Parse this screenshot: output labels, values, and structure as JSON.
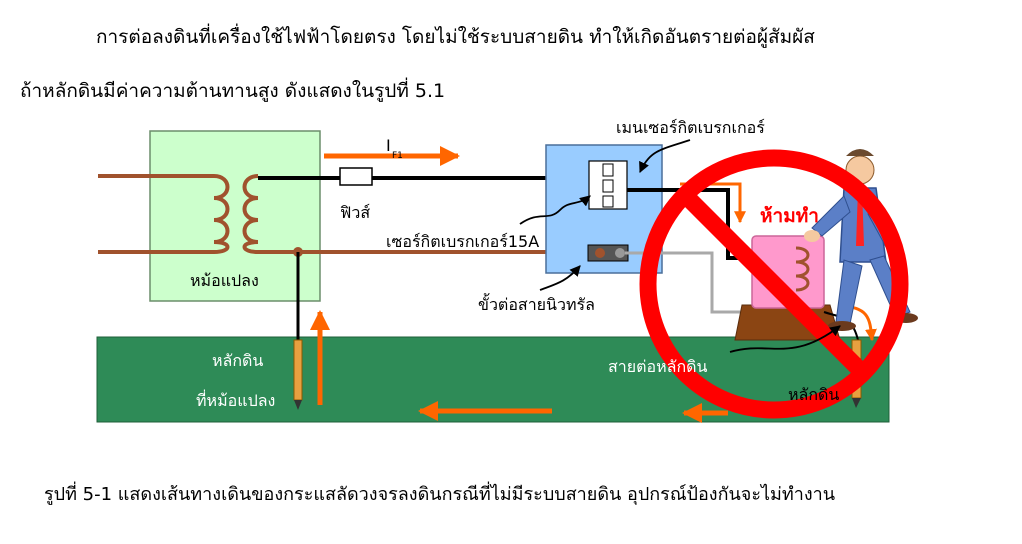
{
  "text": {
    "paragraph_line1": "การต่อลงดินที่เครื่องใช้ไฟฟ้าโดยตรง  โดยไม่ใช้ระบบสายดิน  ทำให้เกิดอันตรายต่อผู้สัมผัส",
    "paragraph_line2": "ถ้าหลักดินมีค่าความต้านทานสูง ดังแสดงในรูปที่ 5.1",
    "caption": "รูปที่ 5-1 แสดงเส้นทางเดินของกระแสลัดวงจรลงดินกรณีที่ไม่มีระบบสายดิน  อุปกรณ์ป้องกันจะไม่ทำงาน"
  },
  "diagram": {
    "transformer_label": "หม้อแปลง",
    "fuse_label": "ฟิวส์",
    "current_label_main": "I",
    "current_label_sub": "F1",
    "main_breaker_label": "เมนเซอร์กิตเบรกเกอร์",
    "branch_breaker_label": "เซอร์กิตเบรกเกอร์15A",
    "neutral_terminal_label": "ขั้วต่อสายนิวทรัล",
    "transformer_ground_label_1": "หลักดิน",
    "transformer_ground_label_2": "ที่หม้อแปลง",
    "ground_wire_label": "สายต่อหลักดิน",
    "appliance_ground_label": "หลักดิน",
    "prohibited_label": "ห้ามทำ"
  },
  "colors": {
    "earth": "#2e8b57",
    "transformer_box": "#ccffcc",
    "panel_box": "#99ccff",
    "wire_phase": "#000000",
    "wire_neutral": "#a0522d",
    "wire_neutral_gray": "#a9a9a9",
    "current_arrow": "#ff6600",
    "prohibition": "#ff0000",
    "appliance": "#ff99cc"
  }
}
